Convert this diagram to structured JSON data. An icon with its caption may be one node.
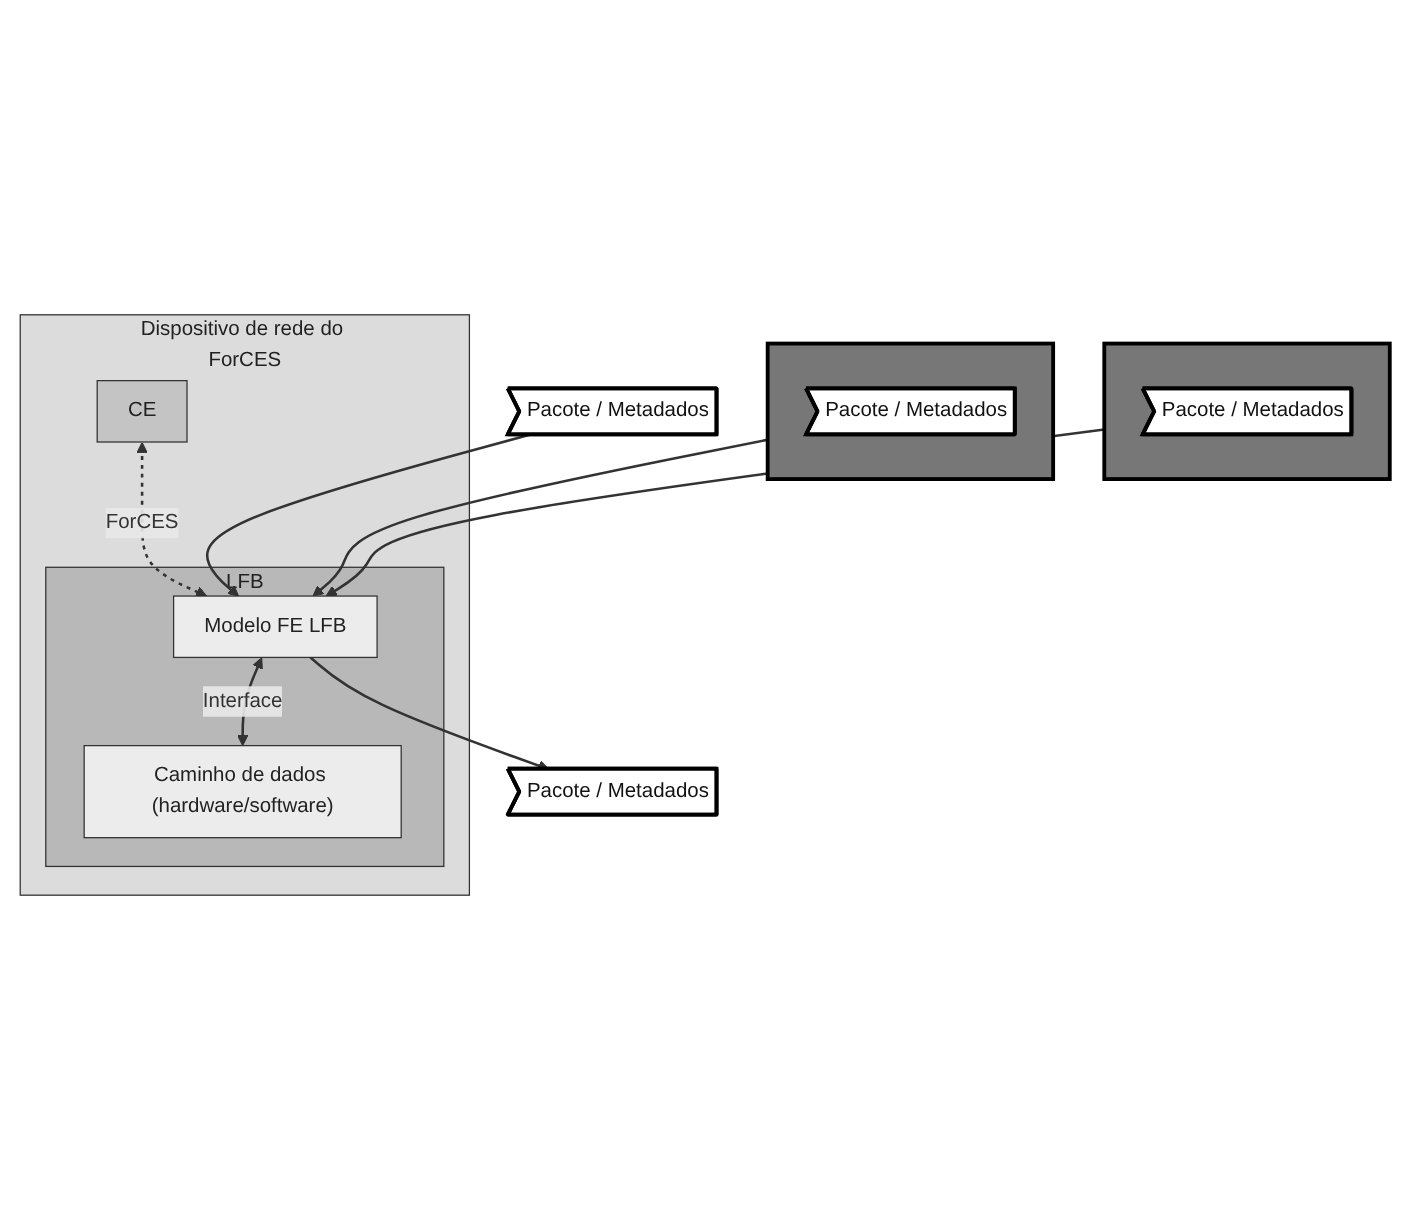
{
  "diagram": {
    "nodes": [
      {
        "text": [
          "Dispositivo de rede do ForCES"
        ]
      },
      {
        "text": [
          "CE"
        ],
        "in": 0
      },
      {
        "text": [
          "LFB"
        ],
        "in": 0
      },
      {
        "text": [
          "Modelo FE LFB"
        ],
        "in": 2
      },
      {
        "text": [
          "Caminho de dados (hardware/software)"
        ],
        "in": 2
      },
      {
        "text": [
          "Pacote / Metadados"
        ]
      },
      {
        "text": [],
        "shape": "box"
      },
      {
        "text": [
          "Pacote / Metadados"
        ],
        "in": 6
      },
      {
        "text": [
          "Pacote / Metadados"
        ]
      },
      {
        "text": [],
        "shape": "box"
      },
      {
        "text": [
          "Pacote / Metadados"
        ],
        "in": 9
      }
    ],
    "edges": [
      {
        "from": 1,
        "to": 3,
        "arrow": "both",
        "label": "ForCES",
        "style": "dashed"
      },
      {
        "from": 5,
        "to": 3,
        "arrow": "to"
      },
      {
        "from": 6,
        "to": 3,
        "arrow": "to"
      },
      {
        "from": 3,
        "to": 8,
        "arrow": "to"
      },
      {
        "from": 9,
        "to": 3,
        "arrow": "to"
      },
      {
        "from": 3,
        "to": 4,
        "arrow": "both",
        "label": "Interface"
      }
    ]
  }
}
